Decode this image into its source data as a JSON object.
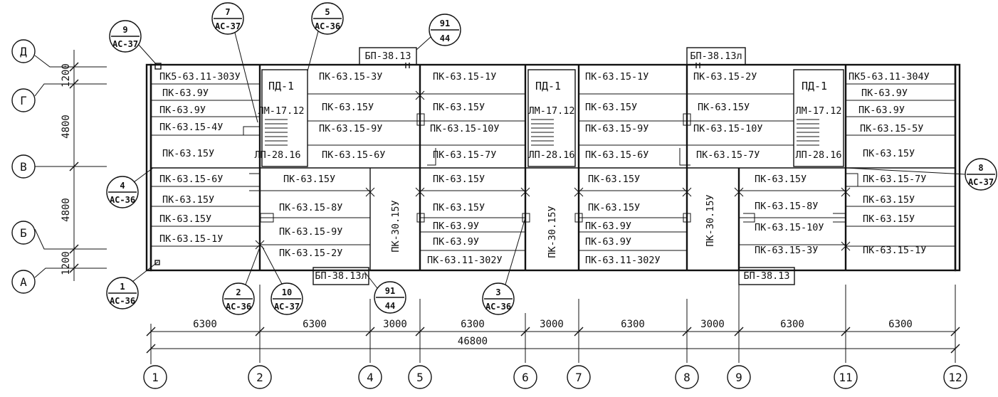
{
  "axes_rows": {
    "D": "Д",
    "G": "Г",
    "V": "В",
    "B": "Б",
    "A": "А"
  },
  "row_dims": {
    "d1": "1200",
    "d2": "4800",
    "d3": "4800",
    "d4": "1200"
  },
  "axes_cols": [
    "1",
    "2",
    "4",
    "5",
    "6",
    "7",
    "8",
    "9",
    "11",
    "12"
  ],
  "col_dims": [
    "6300",
    "6300",
    "3000",
    "6300",
    "3000",
    "6300",
    "3000",
    "6300",
    "6300"
  ],
  "total_dim": "46800",
  "callouts": {
    "c9": {
      "num": "9",
      "sheet": "АС-37"
    },
    "c7": {
      "num": "7",
      "sheet": "АС-37"
    },
    "c5": {
      "num": "5",
      "sheet": "АС-36"
    },
    "c91a": {
      "num": "91",
      "sheet": "44"
    },
    "c4": {
      "num": "4",
      "sheet": "АС-36"
    },
    "c8": {
      "num": "8",
      "sheet": "АС-37"
    },
    "c1": {
      "num": "1",
      "sheet": "АС-36"
    },
    "c2": {
      "num": "2",
      "sheet": "АС-36"
    },
    "c10": {
      "num": "10",
      "sheet": "АС-37"
    },
    "c91b": {
      "num": "91",
      "sheet": "44"
    },
    "c3": {
      "num": "3",
      "sheet": "АС-36"
    }
  },
  "balcony_labels": {
    "top1": "БП-38.13",
    "top2": "БП-38.13л",
    "bot1": "БП-38.13л",
    "bot2": "БП-38.13"
  },
  "stair": {
    "pd": "ПД-1",
    "lm": "ЛМ-17.12",
    "lp": "ЛП-28.16"
  },
  "slabs": {
    "b1": [
      "ПК5-63.11-303У",
      "ПК-63.9У",
      "ПК-63.9У",
      "ПК-63.15-4У",
      "ПК-63.15У",
      "ПК-63.15-6У",
      "ПК-63.15У",
      "ПК-63.15У",
      "ПК-63.15-1У"
    ],
    "b2top": [
      "ПК-63.15-3У",
      "ПК-63.15У",
      "ПК-63.15-9У",
      "ПК-63.15-6У"
    ],
    "b2bot": [
      "ПК-63.15У",
      "ПК-63.15-8У",
      "ПК-63.15-9У",
      "ПК-63.15-2У"
    ],
    "b4": "ПК-30.15У",
    "b5": [
      "ПК-63.15-1У",
      "ПК-63.15У",
      "ПК-63.15-10У",
      "ПК-63.15-7У",
      "ПК-63.15У",
      "ПК-63.15У",
      "ПК-63.9У",
      "ПК-63.9У",
      "ПК-63.11-302У"
    ],
    "b6": "ПК-30.15У",
    "b7": [
      "ПК-63.15-1У",
      "ПК-63.15У",
      "ПК-63.15-9У",
      "ПК-63.15-6У",
      "ПК-63.15У",
      "ПК-63.15У",
      "ПК-63.9У",
      "ПК-63.9У",
      "ПК-63.11-302У"
    ],
    "b8top": [
      "ПК-63.15-2У",
      "ПК-63.15У",
      "ПК-63.15-10У",
      "ПК-63.15-7У"
    ],
    "b8": "ПК-30.15У",
    "b9bot": [
      "ПК-63.15У",
      "ПК-63.15-8У",
      "ПК-63.15-10У",
      "ПК-63.15-3У"
    ],
    "b11": [
      "ПК5-63.11-304У",
      "ПК-63.9У",
      "ПК-63.9У",
      "ПК-63.15-5У",
      "ПК-63.15У",
      "ПК-63.15-7У",
      "ПК-63.15У",
      "ПК-63.15У",
      "ПК-63.15-1У"
    ]
  }
}
